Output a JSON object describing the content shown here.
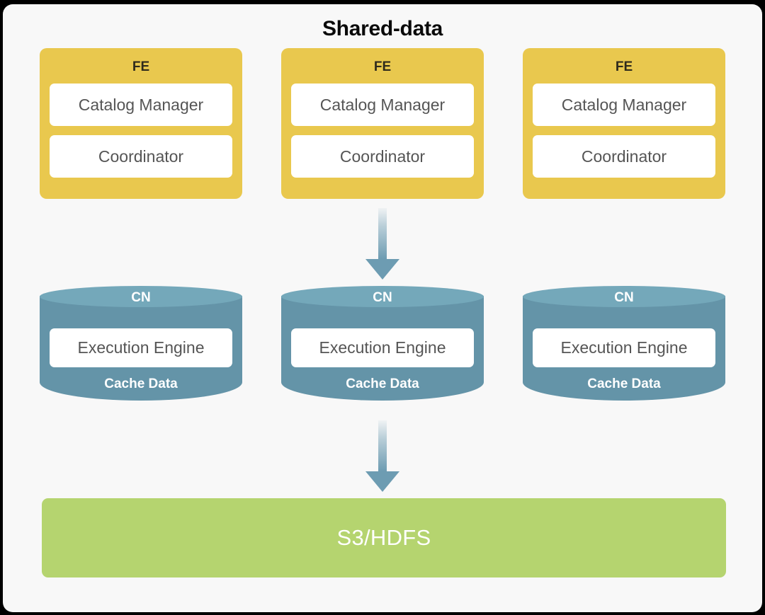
{
  "diagram": {
    "title": "Shared-data",
    "colors": {
      "frame_bg": "#f8f8f8",
      "page_bg": "#000000",
      "fe_fill": "#e9c84e",
      "cn_fill": "#6494a8",
      "cn_cap_fill": "#74a8ba",
      "storage_fill": "#b5d46f",
      "arrow": "#6d9cb2",
      "subbox_fill": "#ffffff",
      "subbox_text": "#555555",
      "title_text": "#0a0a0a"
    },
    "fe_layer": {
      "nodes": [
        {
          "label": "FE",
          "components": [
            {
              "label": "Catalog Manager"
            },
            {
              "label": "Coordinator"
            }
          ]
        },
        {
          "label": "FE",
          "components": [
            {
              "label": "Catalog Manager"
            },
            {
              "label": "Coordinator"
            }
          ]
        },
        {
          "label": "FE",
          "components": [
            {
              "label": "Catalog Manager"
            },
            {
              "label": "Coordinator"
            }
          ]
        }
      ]
    },
    "cn_layer": {
      "nodes": [
        {
          "label": "CN",
          "component": "Execution Engine",
          "footer": "Cache Data"
        },
        {
          "label": "CN",
          "component": "Execution Engine",
          "footer": "Cache Data"
        },
        {
          "label": "CN",
          "component": "Execution Engine",
          "footer": "Cache Data"
        }
      ]
    },
    "storage_layer": {
      "label": "S3/HDFS"
    },
    "connectors": [
      {
        "name": "fe-to-cn",
        "direction": "down"
      },
      {
        "name": "cn-to-storage",
        "direction": "down"
      }
    ]
  }
}
